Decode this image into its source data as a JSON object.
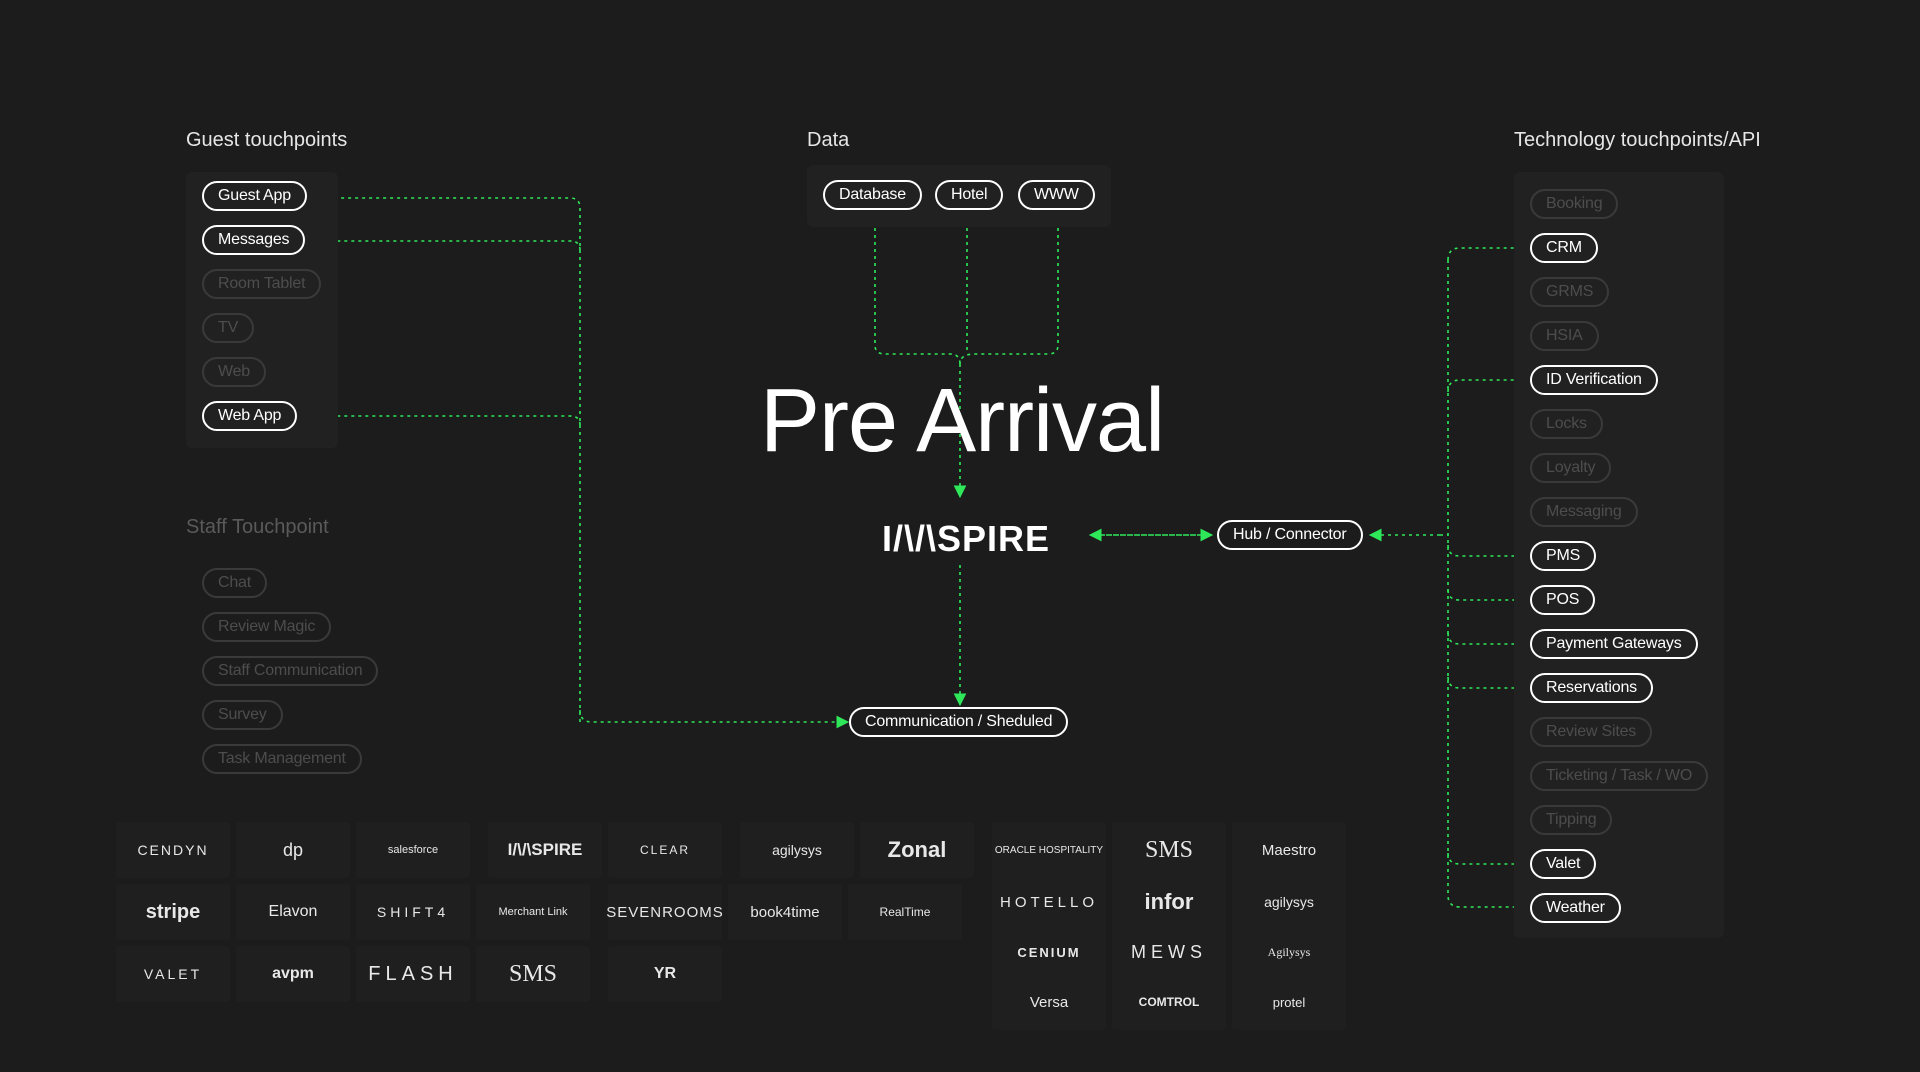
{
  "colors": {
    "background": "#1c1c1c",
    "accent": "#2ee85a",
    "active": "#ffffff",
    "inactive": "#3a3a3a"
  },
  "title": "Pre Arrival",
  "brand": "I/\\/\\SPIRE",
  "guest": {
    "heading": "Guest touchpoints",
    "items": [
      "Guest App",
      "Messages",
      "Room Tablet",
      "TV",
      "Web",
      "Web App"
    ]
  },
  "staff": {
    "heading": "Staff Touchpoint",
    "items": [
      "Chat",
      "Review Magic",
      "Staff Communication",
      "Survey",
      "Task Management"
    ]
  },
  "data_section": {
    "heading": "Data",
    "items": [
      "Database",
      "Hotel",
      "WWW"
    ]
  },
  "tech": {
    "heading": "Technology touchpoints/API",
    "items": [
      "Booking",
      "CRM",
      "GRMS",
      "HSIA",
      "ID Verification",
      "Locks",
      "Loyalty",
      "Messaging",
      "PMS",
      "POS",
      "Payment Gateways",
      "Reservations",
      "Review Sites",
      "Ticketing / Task / WO",
      "Tipping",
      "Valet",
      "Weather"
    ]
  },
  "hub": "Hub / Connector",
  "communication": "Communication / Sheduled",
  "logos": {
    "group1": [
      "CENDYN",
      "dp",
      "salesforce",
      "I/\\/\\SPIRE",
      "CLEAR",
      "agilysys",
      "Zonal",
      "stripe",
      "Elavon",
      "SHIFT4",
      "Merchant Link",
      "SEVENROOMS",
      "book4time",
      "RealTime",
      "VALET",
      "avpm",
      "FLASH",
      "SMS",
      "YR"
    ],
    "group2": [
      "ORACLE HOSPITALITY",
      "SMS",
      "Maestro",
      "HOTELLO",
      "infor",
      "agilysys",
      "CENIUM",
      "MEWS",
      "Agilysys",
      "Versa",
      "COMTROL",
      "protel"
    ]
  }
}
